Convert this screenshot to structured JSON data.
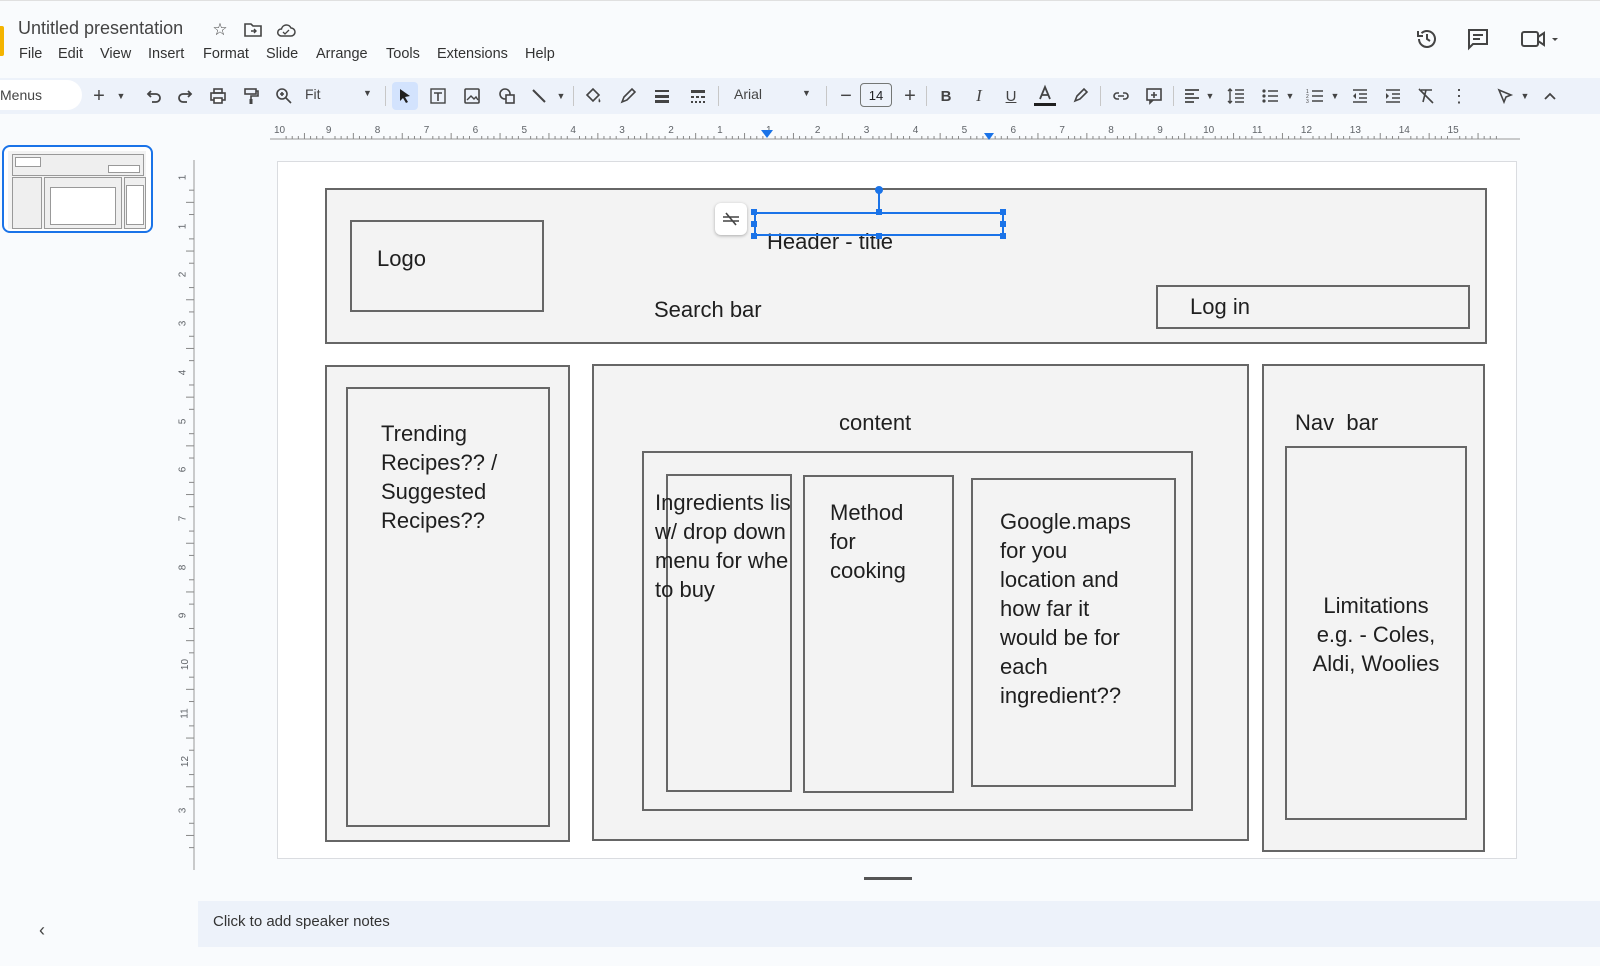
{
  "app": {
    "doc_title": "Untitled presentation",
    "menu": [
      "File",
      "Edit",
      "View",
      "Insert",
      "Format",
      "Slide",
      "Arrange",
      "Tools",
      "Extensions",
      "Help"
    ]
  },
  "toolbar": {
    "menus_search": "Menus",
    "zoom": "Fit",
    "font": "Arial",
    "font_size": "14"
  },
  "ruler": {
    "h_labels": [
      "10",
      "9",
      "8",
      "7",
      "6",
      "5",
      "4",
      "3",
      "2",
      "1",
      "1",
      "2",
      "3",
      "4",
      "5",
      "6",
      "7",
      "8",
      "9",
      "10",
      "11",
      "12",
      "13",
      "14",
      "15"
    ],
    "v_labels": [
      "1",
      "1",
      "2",
      "3",
      "4",
      "5",
      "6",
      "7",
      "8",
      "9",
      "10",
      "11",
      "12",
      "3"
    ]
  },
  "slide": {
    "logo": "Logo",
    "header_title": "Header - title",
    "search_bar": "Search bar",
    "log_in": "Log in",
    "trending": [
      "Trending",
      "Recipes?? /",
      "Suggested",
      "Recipes??"
    ],
    "content": "content",
    "ingredients": [
      "Ingredients lis",
      "w/ drop down",
      "menu for whe",
      "to buy"
    ],
    "method": [
      "Method",
      "for",
      "cooking"
    ],
    "maps": [
      "Google.maps",
      "for you",
      "location and",
      "how far it",
      "would be for",
      "each",
      "ingredient??"
    ],
    "nav_bar": "Nav  bar",
    "limitations": [
      "Limitations",
      "e.g. - Coles,",
      "Aldi, Woolies"
    ]
  },
  "notes": {
    "placeholder": "Click to add speaker notes"
  }
}
